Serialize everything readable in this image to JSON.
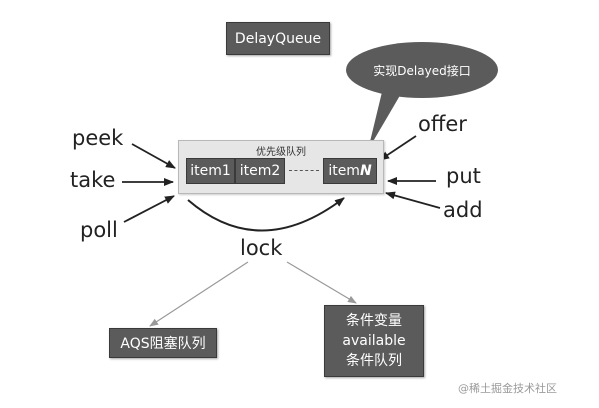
{
  "title": "DelayQueue",
  "queue": {
    "label": "优先级队列",
    "items": [
      "item1",
      "item2"
    ],
    "last_item_prefix": "item",
    "last_item_suffix": "N"
  },
  "callout": "实现Delayed接口",
  "left_ops": [
    "peek",
    "take",
    "poll"
  ],
  "right_ops": [
    "offer",
    "put",
    "add"
  ],
  "lock": "lock",
  "aqs": "AQS阻塞队列",
  "condition": [
    "条件变量",
    "available",
    "条件队列"
  ],
  "watermark": "@稀土掘金技术社区",
  "colors": {
    "box": "#5b5b5b",
    "queue_bg": "#e6e6e6",
    "arrow": "#222222",
    "thin_arrow": "#999999"
  }
}
